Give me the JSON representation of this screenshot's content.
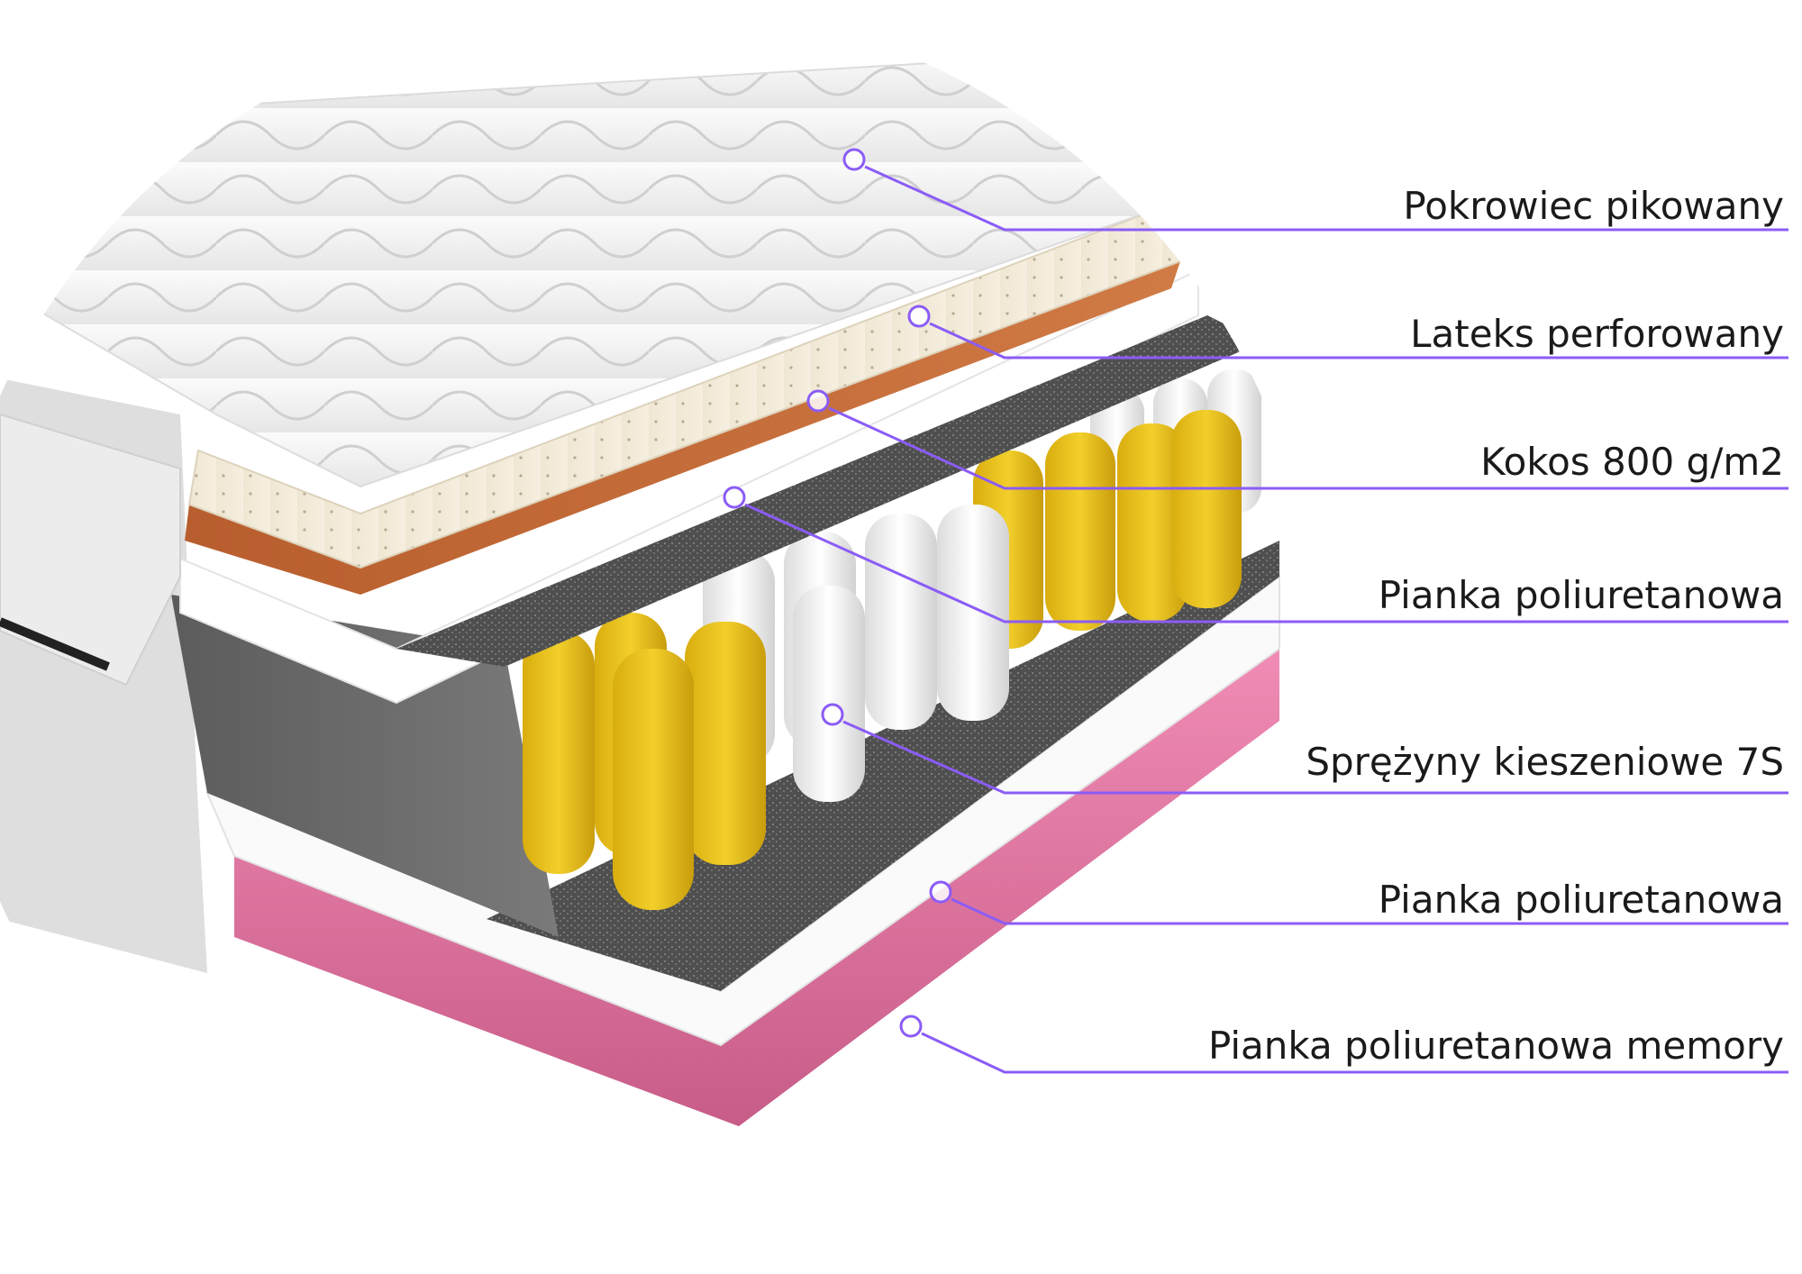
{
  "colors": {
    "accent": "#8b5cf6",
    "cover": "#f1f1f1",
    "latex": "#efe6d2",
    "coconut": "#c66a35",
    "foam": "#ffffff",
    "felt": "#5a5a5a",
    "spring_yellow": "#e8c21a",
    "spring_white": "#f4f4f4",
    "side_panel": "#6d6d6d",
    "memory_pink": "#e47aa6"
  },
  "layers": [
    {
      "label": "Pokrowiec pikowany",
      "icon": "circle-marker-icon"
    },
    {
      "label": "Lateks perforowany",
      "icon": "circle-marker-icon"
    },
    {
      "label": "Kokos 800 g/m2",
      "icon": "circle-marker-icon"
    },
    {
      "label": "Pianka poliuretanowa",
      "icon": "circle-marker-icon"
    },
    {
      "label": "Sprężyny kieszeniowe 7S",
      "icon": "circle-marker-icon"
    },
    {
      "label": "Pianka poliuretanowa",
      "icon": "circle-marker-icon"
    },
    {
      "label": "Pianka poliuretanowa memory",
      "icon": "circle-marker-icon"
    }
  ]
}
